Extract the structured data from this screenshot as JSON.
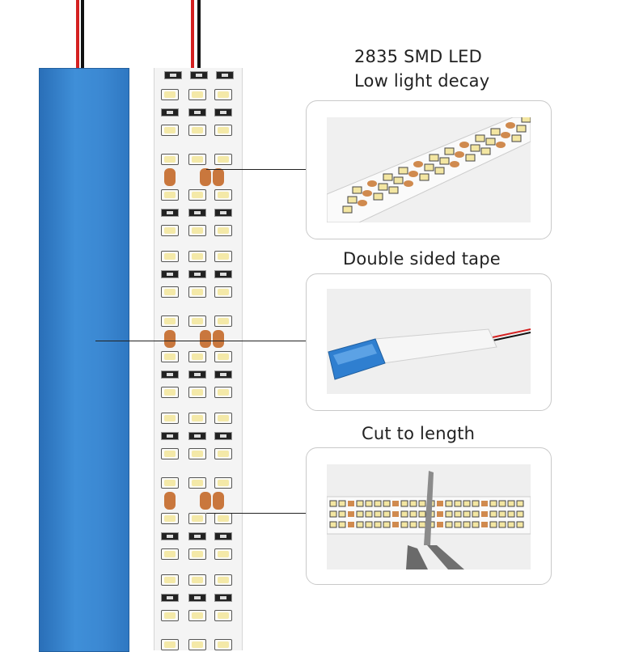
{
  "callouts": {
    "led": {
      "line1": "2835 SMD LED",
      "line2": "Low light decay"
    },
    "tape": {
      "label": "Double sided tape"
    },
    "cut": {
      "label": "Cut to length"
    }
  },
  "colors": {
    "tape_blue": "#3b88d2",
    "pcb_white": "#f4f4f4",
    "copper_pad": "#c9773d",
    "led_yellow": "#f4e9a8",
    "wire_red": "#d42020",
    "wire_black": "#111111"
  }
}
